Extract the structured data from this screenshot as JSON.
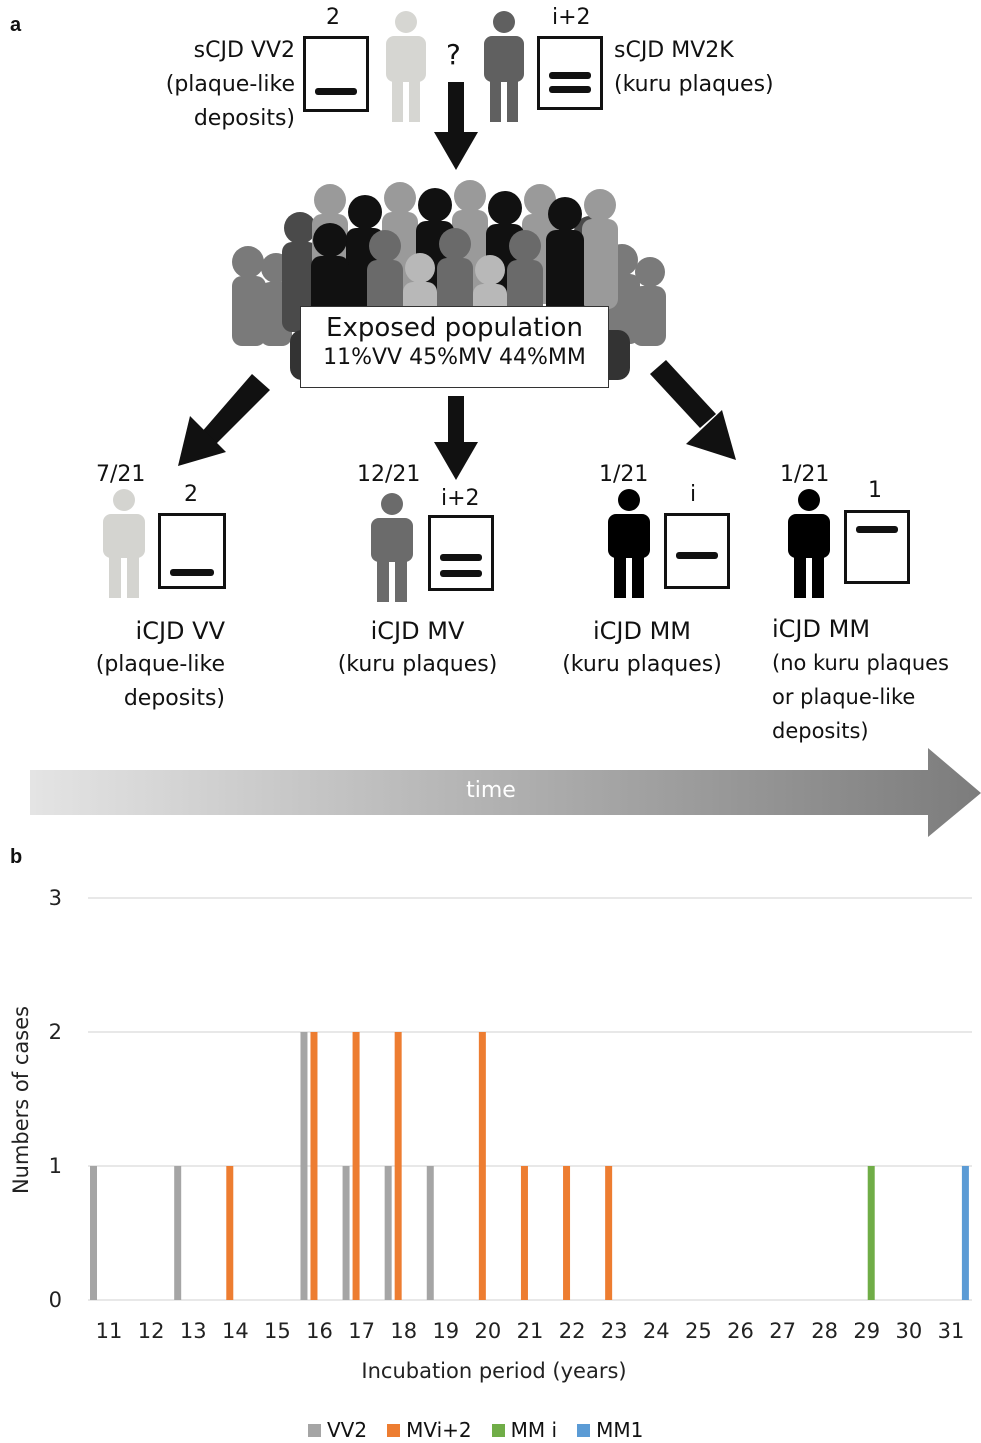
{
  "panel_a": {
    "letter": "a",
    "sources": {
      "left": {
        "name": "sCJD VV2",
        "line2": "(plaque-like",
        "line3": "deposits)",
        "blot_label": "2"
      },
      "question": "?",
      "right": {
        "name": "sCJD MV2K",
        "line2": "(kuru plaques)",
        "blot_label": "i+2"
      }
    },
    "population": {
      "title": "Exposed population",
      "genotypes": "11%VV 45%MV 44%MM"
    },
    "outcomes": [
      {
        "fraction": "7/21",
        "blot_label": "2",
        "name": "iCJD VV",
        "lines": [
          "(plaque-like",
          "deposits)"
        ],
        "person_color": "#d4d4d0"
      },
      {
        "fraction": "12/21",
        "blot_label": "i+2",
        "name": "iCJD MV",
        "lines": [
          "(kuru plaques)"
        ],
        "person_color": "#6b6b6b"
      },
      {
        "fraction": "1/21",
        "blot_label": "i",
        "name": "iCJD MM",
        "lines": [
          "(kuru plaques)"
        ],
        "person_color": "#000000"
      },
      {
        "fraction": "1/21",
        "blot_label": "1",
        "name": "iCJD MM",
        "lines": [
          "(no kuru plaques",
          "or plaque-like",
          "deposits)"
        ],
        "person_color": "#000000"
      }
    ],
    "time_label": "time"
  },
  "panel_b": {
    "letter": "b"
  },
  "chart_data": {
    "type": "bar",
    "title": "",
    "xlabel": "Incubation period (years)",
    "ylabel": "Numbers of cases",
    "ylim": [
      0,
      3
    ],
    "yticks": [
      0,
      1,
      2,
      3
    ],
    "grid": true,
    "legend_position": "bottom",
    "categories": [
      "11",
      "12",
      "13",
      "14",
      "15",
      "16",
      "17",
      "18",
      "19",
      "20",
      "21",
      "22",
      "23",
      "24",
      "25",
      "26",
      "27",
      "28",
      "29",
      "30",
      "31"
    ],
    "series": [
      {
        "name": "VV2",
        "color": "#a5a5a5",
        "values": [
          1,
          0,
          1,
          0,
          0,
          2,
          1,
          1,
          1,
          0,
          0,
          0,
          0,
          0,
          0,
          0,
          0,
          0,
          0,
          0,
          0
        ]
      },
      {
        "name": "MVi+2",
        "color": "#ed7d31",
        "values": [
          0,
          0,
          0,
          1,
          0,
          2,
          2,
          2,
          0,
          2,
          1,
          1,
          1,
          0,
          0,
          0,
          0,
          0,
          0,
          0,
          0
        ]
      },
      {
        "name": "MM i",
        "color": "#70ad47",
        "values": [
          0,
          0,
          0,
          0,
          0,
          0,
          0,
          0,
          0,
          0,
          0,
          0,
          0,
          0,
          0,
          0,
          0,
          0,
          1,
          0,
          0
        ]
      },
      {
        "name": "MM1",
        "color": "#5b9bd5",
        "values": [
          0,
          0,
          0,
          0,
          0,
          0,
          0,
          0,
          0,
          0,
          0,
          0,
          0,
          0,
          0,
          0,
          0,
          0,
          0,
          0,
          1
        ]
      }
    ]
  }
}
